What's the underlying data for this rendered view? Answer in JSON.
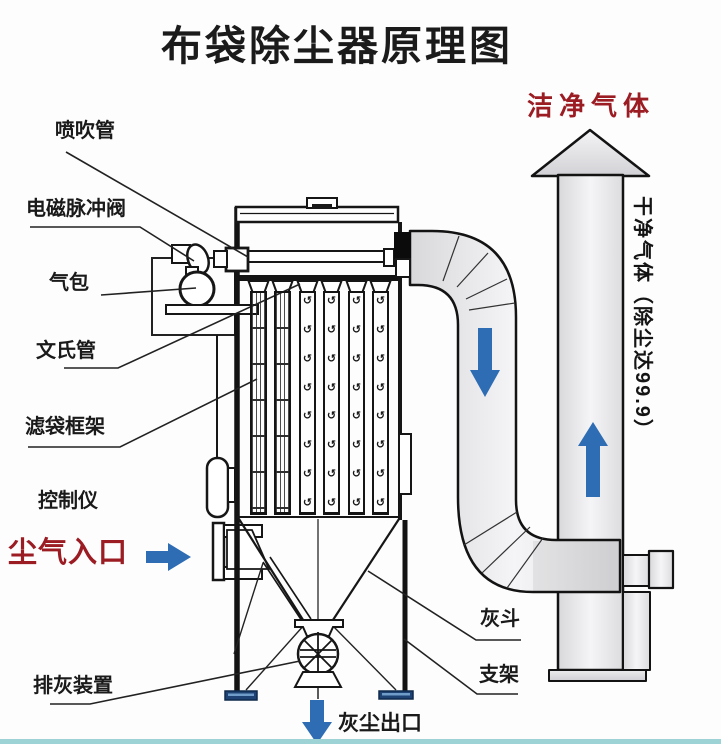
{
  "title": "布袋除尘器原理图",
  "labels": {
    "blow_pipe": "喷吹管",
    "pulse_valve": "电磁脉冲阀",
    "air_bag": "气包",
    "venturi": "文氏管",
    "bag_cage": "滤袋框架",
    "controller": "控制仪",
    "dust_inlet": "尘气入口",
    "ash_discharge": "排灰装置",
    "dust_outlet": "灰尘出口",
    "ash_hopper": "灰斗",
    "support": "支架",
    "clean_gas": "洁净气体",
    "clean_gas_vertical": "干净气体（除尘达99.9）"
  },
  "diagram": {
    "swirl_glyph": "↺",
    "flow": {
      "inlet_arrow": "arrow-right",
      "duct_arrow": "arrow-down",
      "stack_arrow": "arrow-up",
      "outlet_arrow": "arrow-down"
    }
  },
  "colors": {
    "label_red": "#9b1c23",
    "arrow_blue": "#2e6db4",
    "base_navy": "#1d4273",
    "line_black": "#141414",
    "metal_light": "#f5f5f7",
    "metal_dark": "#d8d8db",
    "footer_teal": "#9ed3d6"
  }
}
